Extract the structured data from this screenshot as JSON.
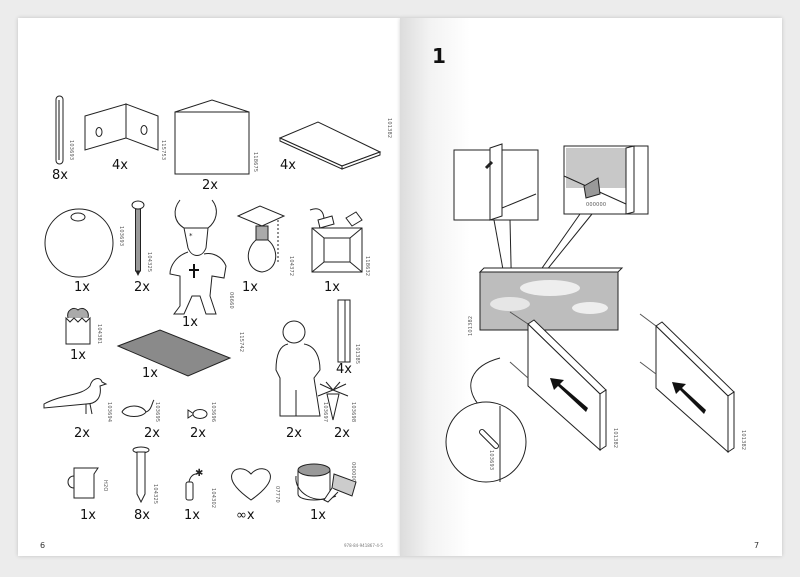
{
  "left_page": {
    "page_number": "6",
    "isbn": "978-84-941867-4-5",
    "parts": [
      {
        "name": "dowel-pin",
        "qty": "8x",
        "part_id": "103693"
      },
      {
        "name": "corner-bracket",
        "qty": "4x",
        "part_id": "115753"
      },
      {
        "name": "panel-box",
        "qty": "2x",
        "part_id": "118675"
      },
      {
        "name": "shelf-board",
        "qty": "4x",
        "part_id": "101382"
      },
      {
        "name": "ball",
        "qty": "1x",
        "part_id": "103693"
      },
      {
        "name": "screw",
        "qty": "2x",
        "part_id": "104325"
      },
      {
        "name": "horned-creature",
        "qty": "1x",
        "part_id": "06660"
      },
      {
        "name": "light-bulb",
        "qty": "1x",
        "part_id": "104372"
      },
      {
        "name": "jerrycan",
        "qty": "1x",
        "part_id": "118632"
      },
      {
        "name": "paper-bag",
        "qty": "1x",
        "part_id": "104381"
      },
      {
        "name": "mat",
        "qty": "1x",
        "part_id": "115742"
      },
      {
        "name": "post",
        "qty": "4x",
        "part_id": "101385"
      },
      {
        "name": "bird",
        "qty": "2x",
        "part_id": "103694"
      },
      {
        "name": "mouse",
        "qty": "2x",
        "part_id": "103695"
      },
      {
        "name": "fish",
        "qty": "2x",
        "part_id": "103696"
      },
      {
        "name": "man",
        "qty": "2x",
        "part_id": "103697"
      },
      {
        "name": "palm-tree",
        "qty": "2x",
        "part_id": "103698"
      },
      {
        "name": "jug",
        "qty": "1x",
        "part_id": "H2O"
      },
      {
        "name": "nail",
        "qty": "8x",
        "part_id": "104325"
      },
      {
        "name": "dynamite",
        "qty": "1x",
        "part_id": "104302"
      },
      {
        "name": "heart",
        "qty": "∞x",
        "part_id": "07770"
      },
      {
        "name": "paint-can",
        "qty": "1x",
        "part_id": "000000"
      }
    ]
  },
  "right_page": {
    "page_number": "7",
    "step_number": "1",
    "labels": {
      "paint_detail_id": "000000",
      "sky_panel_id": "101382",
      "board_a_id": "101382",
      "board_b_id": "101382",
      "dowel_detail_id": "103693"
    }
  },
  "colors": {
    "ink": "#222222",
    "background": "#ececec",
    "mat_fill": "#8a8a8a",
    "sky_fill": "#bdbdbd"
  }
}
